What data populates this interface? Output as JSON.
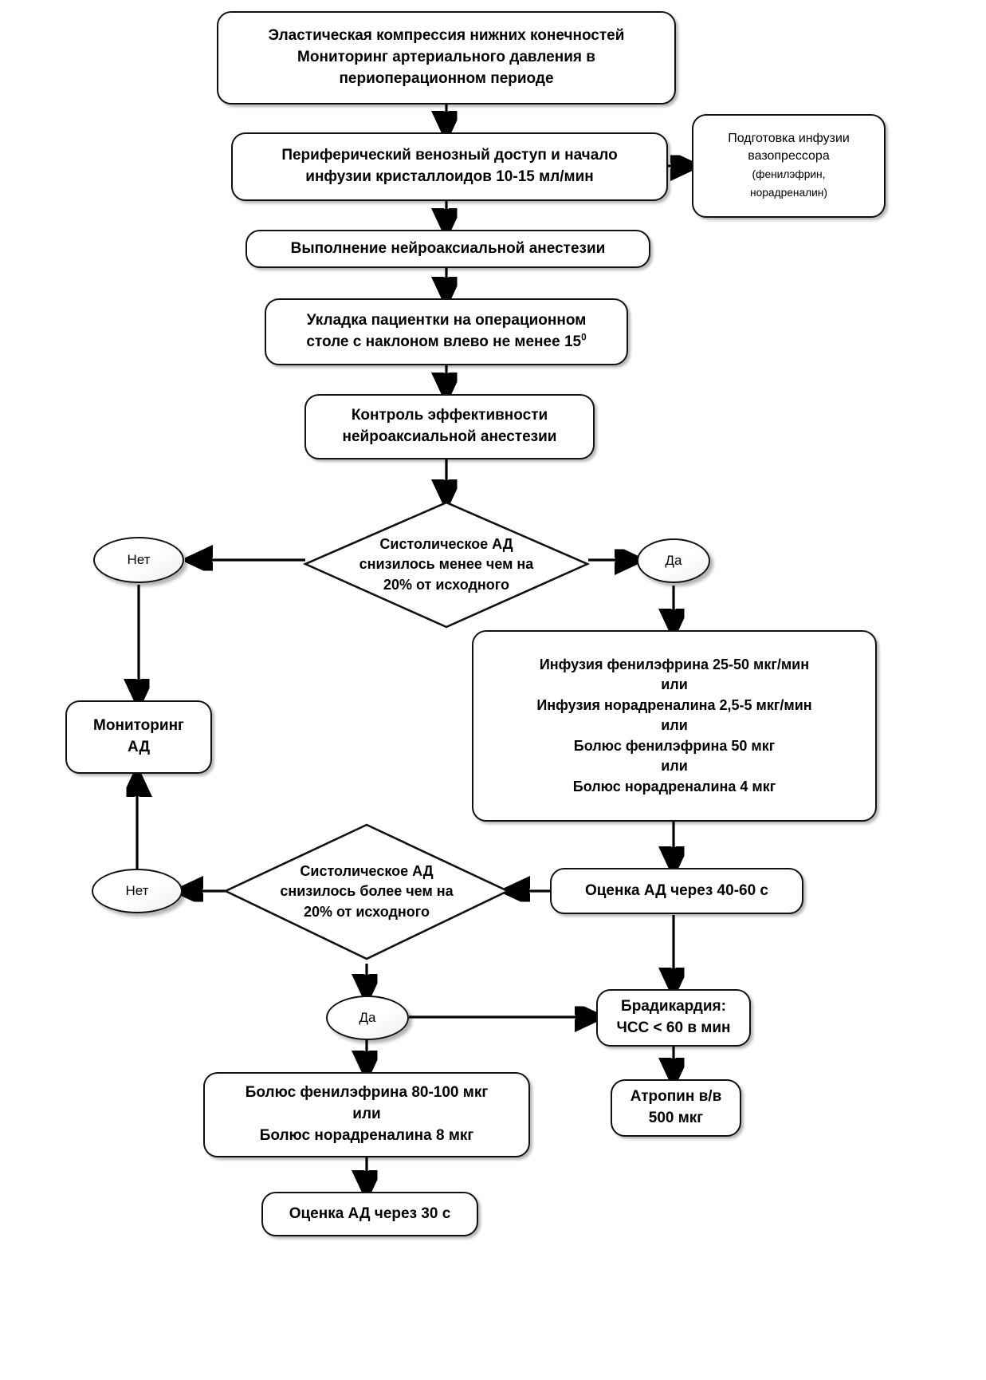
{
  "diagram": {
    "title_language": "ru",
    "nodes": {
      "start": {
        "line1": "Эластическая компрессия нижних конечностей",
        "line2": "Мониторинг артериального давления в",
        "line3": "периоперационном периоде"
      },
      "venous_access": {
        "line1": "Периферический венозный доступ и начало",
        "line2": "инфузии кристаллоидов 10-15 мл/мин"
      },
      "vasopressor_prep": {
        "line1": "Подготовка инфузии",
        "line2": "вазопрессора",
        "line3": "(фенилэфрин,",
        "line4": "норадреналин)"
      },
      "neuraxial": {
        "line1": "Выполнение нейроаксиальной анестезии"
      },
      "positioning": {
        "line1": "Укладка пациентки на операционном",
        "line2a": "столе с наклоном влево не менее 15",
        "line2sup": "0"
      },
      "efficacy_check": {
        "line1": "Контроль эффективности",
        "line2": "нейроаксиальной анестезии"
      },
      "decision1": {
        "line1": "Систолическое АД",
        "line2": "снизилось менее чем на",
        "line3": "20% от исходного"
      },
      "no1": {
        "label": "Нет"
      },
      "yes1": {
        "label": "Да"
      },
      "bp_monitoring": {
        "line1": "Мониторинг",
        "line2": "АД"
      },
      "vasopressor_doses": {
        "line1": "Инфузия фенилэфрина 25-50 мкг/мин",
        "line2": "или",
        "line3": "Инфузия норадреналина 2,5-5 мкг/мин",
        "line4": "или",
        "line5": "Болюс фенилэфрина 50 мкг",
        "line6": "или",
        "line7": "Болюс норадреналина 4 мкг"
      },
      "bp_eval_40_60": {
        "line1": "Оценка АД через 40-60 с"
      },
      "decision2": {
        "line1": "Систолическое АД",
        "line2": "снизилось более чем на",
        "line3": "20% от исходного"
      },
      "no2": {
        "label": "Нет"
      },
      "yes2": {
        "label": "Да"
      },
      "bradycardia": {
        "line1": "Брадикардия:",
        "line2": "ЧСС < 60 в мин"
      },
      "atropine": {
        "line1": "Атропин в/в",
        "line2": "500 мкг"
      },
      "bolus_high": {
        "line1": "Болюс фенилэфрина 80-100 мкг",
        "line2": "или",
        "line3": "Болюс норадреналина 8 мкг"
      },
      "bp_eval_30": {
        "line1": "Оценка АД через 30 с"
      }
    },
    "colors": {
      "stroke": "#111111",
      "fill": "#ffffff",
      "text": "#000000"
    }
  }
}
